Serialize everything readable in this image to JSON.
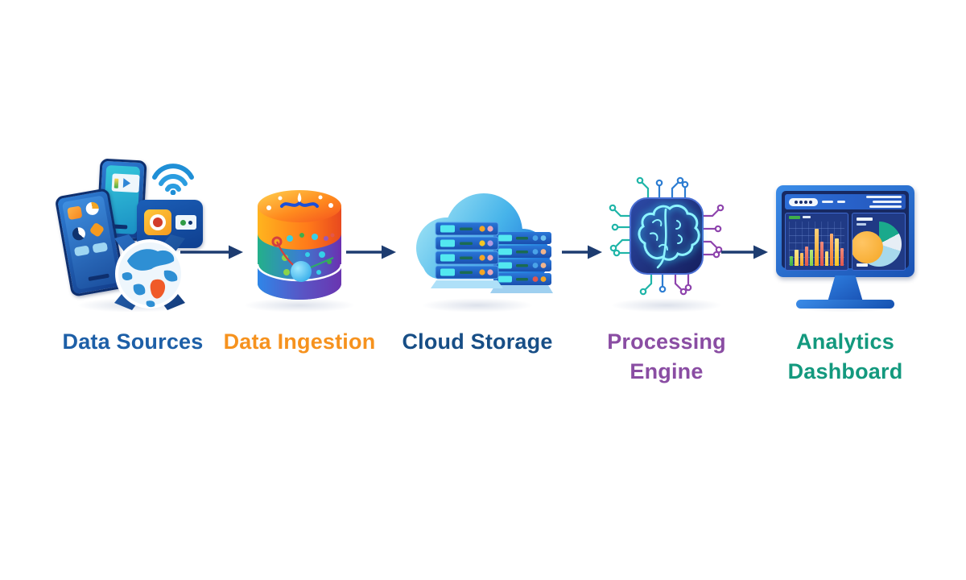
{
  "diagram": {
    "type": "pipeline-flow",
    "background_color": "#ffffff",
    "arrow_color": "#1d3c70",
    "stages": [
      {
        "label": "Data Sources",
        "label_color": "#1d5fa7",
        "icon": "devices-globe-icon"
      },
      {
        "label": "Data Ingestion",
        "label_color": "#f6921e",
        "icon": "database-cylinder-icon"
      },
      {
        "label": "Cloud Storage",
        "label_color": "#174e86",
        "icon": "cloud-servers-icon"
      },
      {
        "label": "Processing Engine",
        "label_color": "#8a4da3",
        "icon": "ai-brain-chip-icon"
      },
      {
        "label": "Analytics Dashboard",
        "label_color": "#13997e",
        "icon": "dashboard-monitor-icon"
      }
    ]
  }
}
